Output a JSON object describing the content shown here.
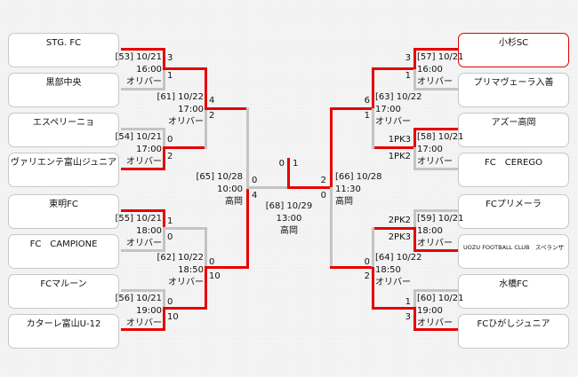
{
  "colors": {
    "winner_line": "#e60000",
    "loser_line": "#c4c4c4",
    "highlight_border": "#e00000"
  },
  "left_teams": [
    {
      "name": "STG. FC"
    },
    {
      "name": "黒部中央"
    },
    {
      "name": "エスペリーニョ"
    },
    {
      "name": "ヴァリエンテ富山ジュニア"
    },
    {
      "name": "東明FC"
    },
    {
      "name": "FC　CAMPIONE"
    },
    {
      "name": "FCマルーン"
    },
    {
      "name": "カターレ富山U-12"
    }
  ],
  "right_teams": [
    {
      "name": "小杉SC",
      "highlight": true
    },
    {
      "name": "プリマヴェーラ入善"
    },
    {
      "name": "アズー高岡"
    },
    {
      "name": "FC　CEREGO"
    },
    {
      "name": "FCプリメーラ"
    },
    {
      "name": "UOZU FOOTBALL CLUB　スペランザ"
    },
    {
      "name": "水橋FC"
    },
    {
      "name": "FCひがしジュニア"
    }
  ],
  "matches": {
    "m53": {
      "id": "[53] 10/21",
      "time": "16:00",
      "venue": "オリバー",
      "score_top": "3",
      "score_bottom": "1"
    },
    "m54": {
      "id": "[54] 10/21",
      "time": "17:00",
      "venue": "オリバー",
      "score_top": "0",
      "score_bottom": "2"
    },
    "m55": {
      "id": "[55] 10/21",
      "time": "18:00",
      "venue": "オリバー",
      "score_top": "1",
      "score_bottom": "0"
    },
    "m56": {
      "id": "[56] 10/21",
      "time": "19:00",
      "venue": "オリバー",
      "score_top": "0",
      "score_bottom": "10"
    },
    "m61": {
      "id": "[61] 10/22",
      "time": "17:00",
      "venue": "オリバー",
      "score_top": "4",
      "score_bottom": "2"
    },
    "m62": {
      "id": "[62] 10/22",
      "time": "18:50",
      "venue": "オリバー",
      "score_top": "0",
      "score_bottom": "10"
    },
    "m65": {
      "id": "[65] 10/28",
      "time": "10:00",
      "venue": "高岡",
      "score_top": "0",
      "score_bottom": "4"
    },
    "m57": {
      "id": "[57] 10/21",
      "time": "16:00",
      "venue": "オリバー",
      "score_top": "3",
      "score_bottom": "1"
    },
    "m58": {
      "id": "[58] 10/21",
      "time": "17:00",
      "venue": "オリバー",
      "score_top": "1PK3",
      "score_bottom": "1PK2"
    },
    "m59": {
      "id": "[59] 10/21",
      "time": "18:00",
      "venue": "オリバー",
      "score_top": "2PK2",
      "score_bottom": "2PK3"
    },
    "m60": {
      "id": "[60] 10/21",
      "time": "19:00",
      "venue": "オリバー",
      "score_top": "1",
      "score_bottom": "3"
    },
    "m63": {
      "id": "[63] 10/22",
      "time": "17:00",
      "venue": "オリバー",
      "score_top": "6",
      "score_bottom": "1"
    },
    "m64": {
      "id": "[64] 10/22",
      "time": "18:50",
      "venue": "オリバー",
      "score_top": "0",
      "score_bottom": "2"
    },
    "m66": {
      "id": "[66] 10/28",
      "time": "11:30",
      "venue": "高岡",
      "score_top": "2",
      "score_bottom": "0"
    },
    "m68": {
      "id": "[68] 10/29",
      "time": "13:00",
      "venue": "高岡",
      "score_left": "0",
      "score_right": "1"
    }
  }
}
